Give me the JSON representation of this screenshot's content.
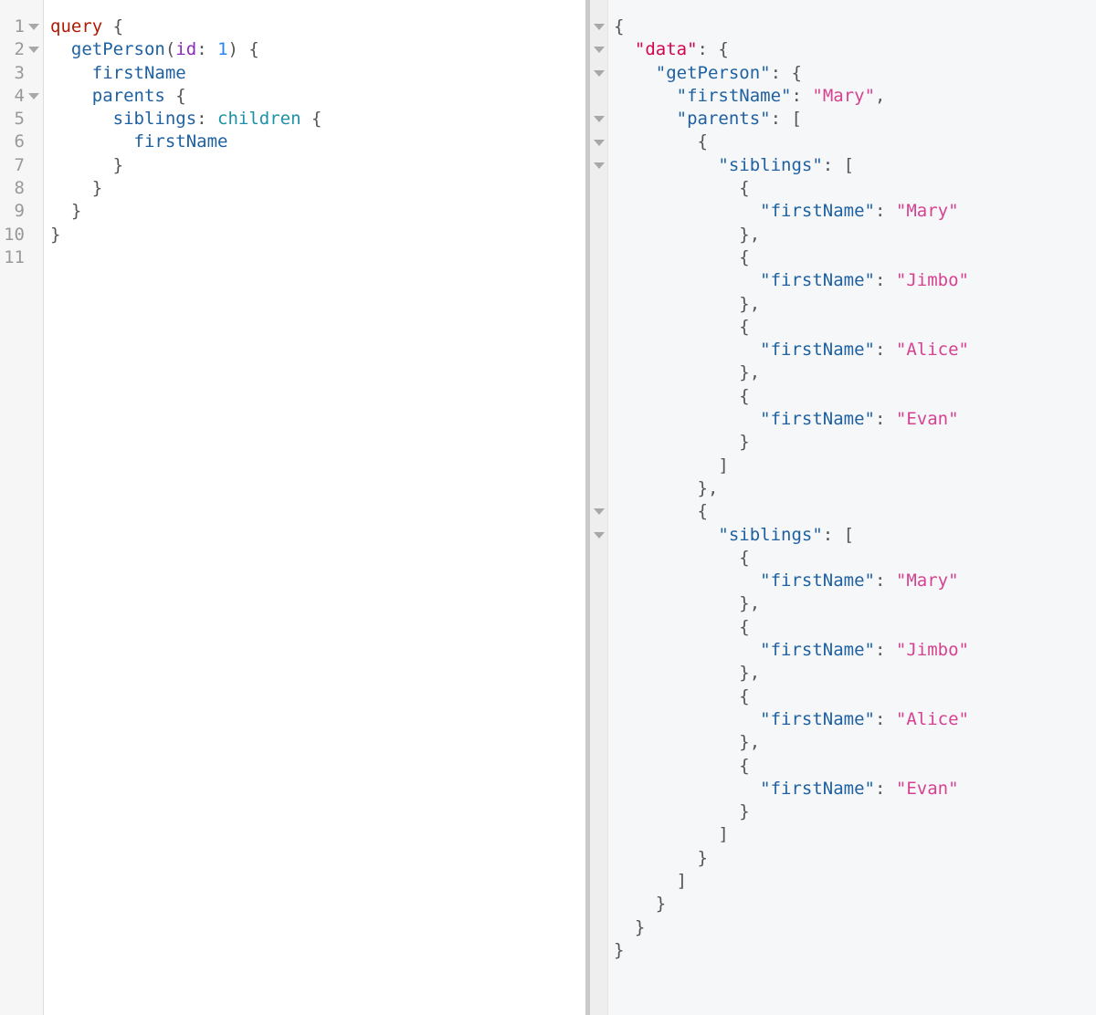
{
  "app": {
    "name": "graphiql-editor-and-result-view"
  },
  "colors": {
    "editor-bg": "#ffffff",
    "gutter-bg": "#f6f6f6",
    "gutter-border": "#dddddd",
    "line-number": "#999999",
    "fold-arrow": "#a8a8a8",
    "divider": "#c9c9c9",
    "result-bg": "#f6f7f8",
    "result-gutter-bg": "#eeeeee",
    "result-gutter-border": "#e3e3e3",
    "kw": "#B11A04",
    "key": "#1F61A0",
    "def": "#D2054E",
    "str": "#D64292",
    "num": "#2882F9",
    "attr": "#8B2BB9",
    "qual": "#1C92A9",
    "p": "#555555"
  },
  "query_editor": {
    "language": "graphql",
    "query_text": "query {\n  getPerson(id: 1) {\n    firstName\n    parents {\n      siblings: children {\n        firstName\n      }\n    }\n  }\n}\n",
    "lines": [
      {
        "num": "1",
        "fold": true,
        "tokens": [
          [
            "kw",
            "query"
          ],
          [
            "p",
            " {"
          ]
        ]
      },
      {
        "num": "2",
        "fold": true,
        "tokens": [
          [
            "p",
            "  "
          ],
          [
            "key",
            "getPerson"
          ],
          [
            "p",
            "("
          ],
          [
            "attr",
            "id"
          ],
          [
            "p",
            ": "
          ],
          [
            "num",
            "1"
          ],
          [
            "p",
            ") {"
          ]
        ]
      },
      {
        "num": "3",
        "fold": false,
        "tokens": [
          [
            "p",
            "    "
          ],
          [
            "key",
            "firstName"
          ]
        ]
      },
      {
        "num": "4",
        "fold": true,
        "tokens": [
          [
            "p",
            "    "
          ],
          [
            "key",
            "parents"
          ],
          [
            "p",
            " {"
          ]
        ]
      },
      {
        "num": "5",
        "fold": false,
        "tokens": [
          [
            "p",
            "      "
          ],
          [
            "key",
            "siblings"
          ],
          [
            "p",
            ": "
          ],
          [
            "qual",
            "children"
          ],
          [
            "p",
            " {"
          ]
        ]
      },
      {
        "num": "6",
        "fold": false,
        "tokens": [
          [
            "p",
            "        "
          ],
          [
            "key",
            "firstName"
          ]
        ]
      },
      {
        "num": "7",
        "fold": false,
        "tokens": [
          [
            "p",
            "      }"
          ]
        ]
      },
      {
        "num": "8",
        "fold": false,
        "tokens": [
          [
            "p",
            "    }"
          ]
        ]
      },
      {
        "num": "9",
        "fold": false,
        "tokens": [
          [
            "p",
            "  }"
          ]
        ]
      },
      {
        "num": "10",
        "fold": false,
        "tokens": [
          [
            "p",
            "}"
          ]
        ]
      },
      {
        "num": "11",
        "fold": false,
        "tokens": []
      }
    ]
  },
  "result_viewer": {
    "language": "json",
    "response_data": {
      "data": {
        "getPerson": {
          "firstName": "Mary",
          "parents": [
            {
              "siblings": [
                {
                  "firstName": "Mary"
                },
                {
                  "firstName": "Jimbo"
                },
                {
                  "firstName": "Alice"
                },
                {
                  "firstName": "Evan"
                }
              ]
            },
            {
              "siblings": [
                {
                  "firstName": "Mary"
                },
                {
                  "firstName": "Jimbo"
                },
                {
                  "firstName": "Alice"
                },
                {
                  "firstName": "Evan"
                }
              ]
            }
          ]
        }
      }
    },
    "lines": [
      {
        "fold": true,
        "tokens": [
          [
            "p",
            "{"
          ]
        ]
      },
      {
        "fold": true,
        "tokens": [
          [
            "p",
            "  "
          ],
          [
            "def",
            "\"data\""
          ],
          [
            "p",
            ": {"
          ]
        ]
      },
      {
        "fold": true,
        "tokens": [
          [
            "p",
            "    "
          ],
          [
            "key",
            "\"getPerson\""
          ],
          [
            "p",
            ": {"
          ]
        ]
      },
      {
        "fold": false,
        "tokens": [
          [
            "p",
            "      "
          ],
          [
            "key",
            "\"firstName\""
          ],
          [
            "p",
            ": "
          ],
          [
            "str",
            "\"Mary\""
          ],
          [
            "p",
            ","
          ]
        ]
      },
      {
        "fold": true,
        "tokens": [
          [
            "p",
            "      "
          ],
          [
            "key",
            "\"parents\""
          ],
          [
            "p",
            ": ["
          ]
        ]
      },
      {
        "fold": true,
        "tokens": [
          [
            "p",
            "        {"
          ]
        ]
      },
      {
        "fold": true,
        "tokens": [
          [
            "p",
            "          "
          ],
          [
            "key",
            "\"siblings\""
          ],
          [
            "p",
            ": ["
          ]
        ]
      },
      {
        "fold": false,
        "tokens": [
          [
            "p",
            "            {"
          ]
        ]
      },
      {
        "fold": false,
        "tokens": [
          [
            "p",
            "              "
          ],
          [
            "key",
            "\"firstName\""
          ],
          [
            "p",
            ": "
          ],
          [
            "str",
            "\"Mary\""
          ]
        ]
      },
      {
        "fold": false,
        "tokens": [
          [
            "p",
            "            },"
          ]
        ]
      },
      {
        "fold": false,
        "tokens": [
          [
            "p",
            "            {"
          ]
        ]
      },
      {
        "fold": false,
        "tokens": [
          [
            "p",
            "              "
          ],
          [
            "key",
            "\"firstName\""
          ],
          [
            "p",
            ": "
          ],
          [
            "str",
            "\"Jimbo\""
          ]
        ]
      },
      {
        "fold": false,
        "tokens": [
          [
            "p",
            "            },"
          ]
        ]
      },
      {
        "fold": false,
        "tokens": [
          [
            "p",
            "            {"
          ]
        ]
      },
      {
        "fold": false,
        "tokens": [
          [
            "p",
            "              "
          ],
          [
            "key",
            "\"firstName\""
          ],
          [
            "p",
            ": "
          ],
          [
            "str",
            "\"Alice\""
          ]
        ]
      },
      {
        "fold": false,
        "tokens": [
          [
            "p",
            "            },"
          ]
        ]
      },
      {
        "fold": false,
        "tokens": [
          [
            "p",
            "            {"
          ]
        ]
      },
      {
        "fold": false,
        "tokens": [
          [
            "p",
            "              "
          ],
          [
            "key",
            "\"firstName\""
          ],
          [
            "p",
            ": "
          ],
          [
            "str",
            "\"Evan\""
          ]
        ]
      },
      {
        "fold": false,
        "tokens": [
          [
            "p",
            "            }"
          ]
        ]
      },
      {
        "fold": false,
        "tokens": [
          [
            "p",
            "          ]"
          ]
        ]
      },
      {
        "fold": false,
        "tokens": [
          [
            "p",
            "        },"
          ]
        ]
      },
      {
        "fold": true,
        "tokens": [
          [
            "p",
            "        {"
          ]
        ]
      },
      {
        "fold": true,
        "tokens": [
          [
            "p",
            "          "
          ],
          [
            "key",
            "\"siblings\""
          ],
          [
            "p",
            ": ["
          ]
        ]
      },
      {
        "fold": false,
        "tokens": [
          [
            "p",
            "            {"
          ]
        ]
      },
      {
        "fold": false,
        "tokens": [
          [
            "p",
            "              "
          ],
          [
            "key",
            "\"firstName\""
          ],
          [
            "p",
            ": "
          ],
          [
            "str",
            "\"Mary\""
          ]
        ]
      },
      {
        "fold": false,
        "tokens": [
          [
            "p",
            "            },"
          ]
        ]
      },
      {
        "fold": false,
        "tokens": [
          [
            "p",
            "            {"
          ]
        ]
      },
      {
        "fold": false,
        "tokens": [
          [
            "p",
            "              "
          ],
          [
            "key",
            "\"firstName\""
          ],
          [
            "p",
            ": "
          ],
          [
            "str",
            "\"Jimbo\""
          ]
        ]
      },
      {
        "fold": false,
        "tokens": [
          [
            "p",
            "            },"
          ]
        ]
      },
      {
        "fold": false,
        "tokens": [
          [
            "p",
            "            {"
          ]
        ]
      },
      {
        "fold": false,
        "tokens": [
          [
            "p",
            "              "
          ],
          [
            "key",
            "\"firstName\""
          ],
          [
            "p",
            ": "
          ],
          [
            "str",
            "\"Alice\""
          ]
        ]
      },
      {
        "fold": false,
        "tokens": [
          [
            "p",
            "            },"
          ]
        ]
      },
      {
        "fold": false,
        "tokens": [
          [
            "p",
            "            {"
          ]
        ]
      },
      {
        "fold": false,
        "tokens": [
          [
            "p",
            "              "
          ],
          [
            "key",
            "\"firstName\""
          ],
          [
            "p",
            ": "
          ],
          [
            "str",
            "\"Evan\""
          ]
        ]
      },
      {
        "fold": false,
        "tokens": [
          [
            "p",
            "            }"
          ]
        ]
      },
      {
        "fold": false,
        "tokens": [
          [
            "p",
            "          ]"
          ]
        ]
      },
      {
        "fold": false,
        "tokens": [
          [
            "p",
            "        }"
          ]
        ]
      },
      {
        "fold": false,
        "tokens": [
          [
            "p",
            "      ]"
          ]
        ]
      },
      {
        "fold": false,
        "tokens": [
          [
            "p",
            "    }"
          ]
        ]
      },
      {
        "fold": false,
        "tokens": [
          [
            "p",
            "  }"
          ]
        ]
      },
      {
        "fold": false,
        "tokens": [
          [
            "p",
            "}"
          ]
        ]
      }
    ]
  }
}
